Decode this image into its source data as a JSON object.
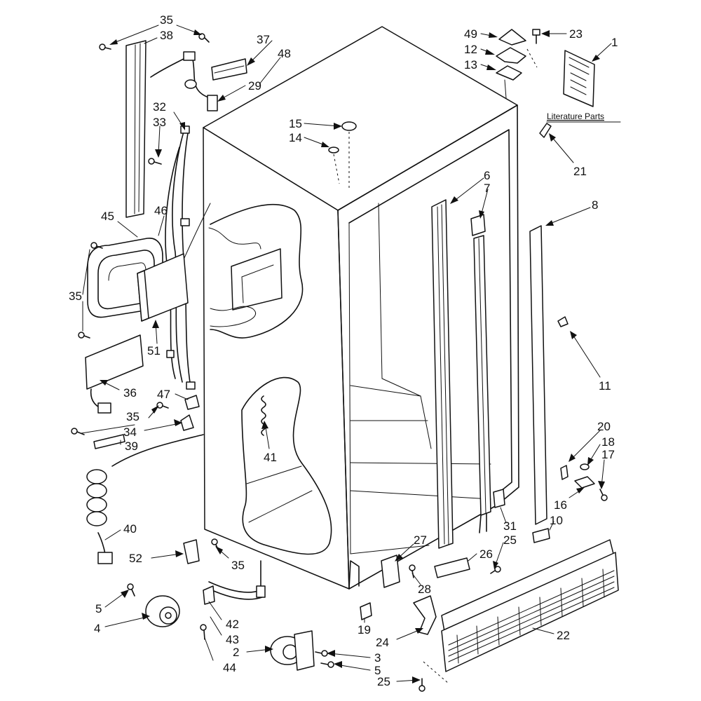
{
  "diagram": {
    "literature_label": "Literature Parts",
    "callouts": [
      {
        "id": "35a",
        "text": "35"
      },
      {
        "id": "38",
        "text": "38"
      },
      {
        "id": "37",
        "text": "37"
      },
      {
        "id": "48",
        "text": "48"
      },
      {
        "id": "29",
        "text": "29"
      },
      {
        "id": "32",
        "text": "32"
      },
      {
        "id": "33",
        "text": "33"
      },
      {
        "id": "45",
        "text": "45"
      },
      {
        "id": "46",
        "text": "46"
      },
      {
        "id": "35b",
        "text": "35"
      },
      {
        "id": "51",
        "text": "51"
      },
      {
        "id": "36",
        "text": "36"
      },
      {
        "id": "47",
        "text": "47"
      },
      {
        "id": "35c",
        "text": "35"
      },
      {
        "id": "34",
        "text": "34"
      },
      {
        "id": "39",
        "text": "39"
      },
      {
        "id": "41",
        "text": "41"
      },
      {
        "id": "40",
        "text": "40"
      },
      {
        "id": "52",
        "text": "52"
      },
      {
        "id": "35d",
        "text": "35"
      },
      {
        "id": "5a",
        "text": "5"
      },
      {
        "id": "4",
        "text": "4"
      },
      {
        "id": "42",
        "text": "42"
      },
      {
        "id": "43",
        "text": "43"
      },
      {
        "id": "44",
        "text": "44"
      },
      {
        "id": "2",
        "text": "2"
      },
      {
        "id": "3",
        "text": "3"
      },
      {
        "id": "5b",
        "text": "5"
      },
      {
        "id": "25a",
        "text": "25"
      },
      {
        "id": "19",
        "text": "19"
      },
      {
        "id": "24",
        "text": "24"
      },
      {
        "id": "28",
        "text": "28"
      },
      {
        "id": "27",
        "text": "27"
      },
      {
        "id": "26",
        "text": "26"
      },
      {
        "id": "25b",
        "text": "25"
      },
      {
        "id": "22",
        "text": "22"
      },
      {
        "id": "31",
        "text": "31"
      },
      {
        "id": "10",
        "text": "10"
      },
      {
        "id": "16",
        "text": "16"
      },
      {
        "id": "17",
        "text": "17"
      },
      {
        "id": "18",
        "text": "18"
      },
      {
        "id": "20",
        "text": "20"
      },
      {
        "id": "11",
        "text": "11"
      },
      {
        "id": "8",
        "text": "8"
      },
      {
        "id": "7",
        "text": "7"
      },
      {
        "id": "6",
        "text": "6"
      },
      {
        "id": "21",
        "text": "21"
      },
      {
        "id": "1",
        "text": "1"
      },
      {
        "id": "13",
        "text": "13"
      },
      {
        "id": "12",
        "text": "12"
      },
      {
        "id": "49",
        "text": "49"
      },
      {
        "id": "23",
        "text": "23"
      },
      {
        "id": "15",
        "text": "15"
      },
      {
        "id": "14",
        "text": "14"
      }
    ]
  }
}
